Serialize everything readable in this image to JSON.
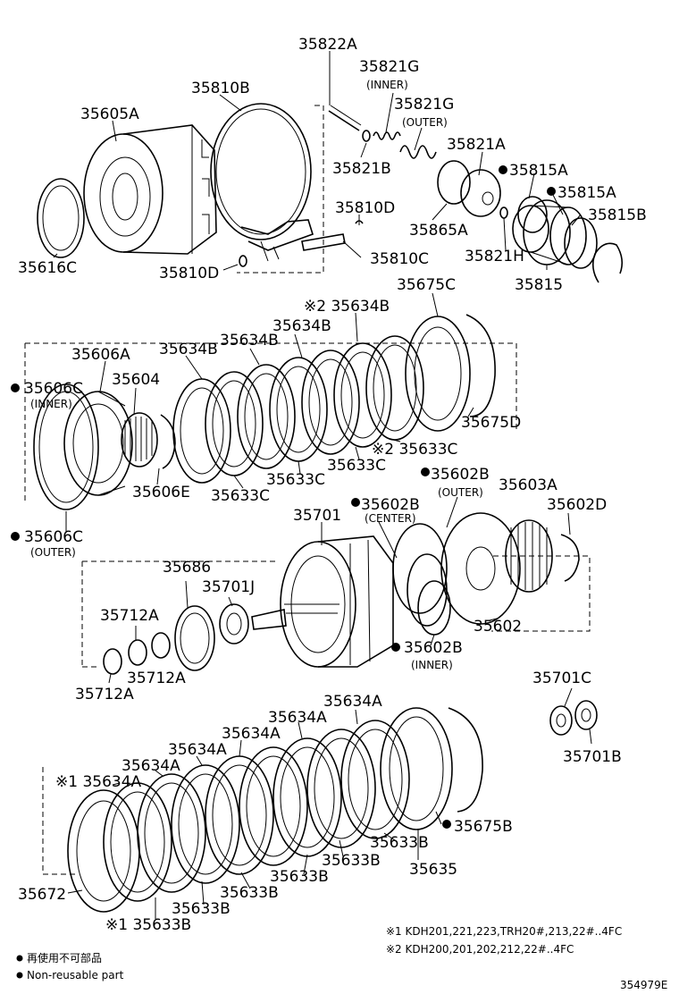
{
  "diagram": {
    "labels": [
      {
        "id": "l-35822A",
        "text": "35822A"
      },
      {
        "id": "l-35821G-i",
        "text": "35821G"
      },
      {
        "id": "l-35821G-i-sub",
        "text": "(INNER)"
      },
      {
        "id": "l-35810B",
        "text": "35810B"
      },
      {
        "id": "l-35821G-o",
        "text": "35821G"
      },
      {
        "id": "l-35821G-o-sub",
        "text": "(OUTER)"
      },
      {
        "id": "l-35605A",
        "text": "35605A"
      },
      {
        "id": "l-35821A",
        "text": "35821A"
      },
      {
        "id": "l-35821B",
        "text": "35821B"
      },
      {
        "id": "l-35815A-1",
        "text": "35815A"
      },
      {
        "id": "l-35815A-2",
        "text": "35815A"
      },
      {
        "id": "l-35810D-1",
        "text": "35810D"
      },
      {
        "id": "l-35815B",
        "text": "35815B"
      },
      {
        "id": "l-35865A",
        "text": "35865A"
      },
      {
        "id": "l-35810C",
        "text": "35810C"
      },
      {
        "id": "l-35821H",
        "text": "35821H"
      },
      {
        "id": "l-35616C",
        "text": "35616C"
      },
      {
        "id": "l-35810D-2",
        "text": "35810D"
      },
      {
        "id": "l-35815",
        "text": "35815"
      },
      {
        "id": "l-35675C",
        "text": "35675C"
      },
      {
        "id": "l-35634B-top",
        "text": "※2 35634B"
      },
      {
        "id": "l-35634B-2",
        "text": "35634B"
      },
      {
        "id": "l-35606A",
        "text": "35606A"
      },
      {
        "id": "l-35634B-3",
        "text": "35634B"
      },
      {
        "id": "l-35634B-4",
        "text": "35634B"
      },
      {
        "id": "l-35606C-i",
        "text": "35606C"
      },
      {
        "id": "l-35606C-i-sub",
        "text": "(INNER)"
      },
      {
        "id": "l-35604",
        "text": "35604"
      },
      {
        "id": "l-35675D",
        "text": "35675D"
      },
      {
        "id": "l-35633C-1",
        "text": "※2 35633C"
      },
      {
        "id": "l-35633C-2",
        "text": "35633C"
      },
      {
        "id": "l-35633C-3",
        "text": "35633C"
      },
      {
        "id": "l-35602B-o",
        "text": "35602B"
      },
      {
        "id": "l-35602B-o-sub",
        "text": "(OUTER)"
      },
      {
        "id": "l-35606E",
        "text": "35606E"
      },
      {
        "id": "l-35633C-4",
        "text": "35633C"
      },
      {
        "id": "l-35603A",
        "text": "35603A"
      },
      {
        "id": "l-35602B-c",
        "text": "35602B"
      },
      {
        "id": "l-35602B-c-sub",
        "text": "(CENTER)"
      },
      {
        "id": "l-35602D",
        "text": "35602D"
      },
      {
        "id": "l-35701",
        "text": "35701"
      },
      {
        "id": "l-35606C-o",
        "text": "35606C"
      },
      {
        "id": "l-35606C-o-sub",
        "text": "(OUTER)"
      },
      {
        "id": "l-35686",
        "text": "35686"
      },
      {
        "id": "l-35701J",
        "text": "35701J"
      },
      {
        "id": "l-35712A-1",
        "text": "35712A"
      },
      {
        "id": "l-35602",
        "text": "35602"
      },
      {
        "id": "l-35602B-i",
        "text": "35602B"
      },
      {
        "id": "l-35602B-i-sub",
        "text": "(INNER)"
      },
      {
        "id": "l-35712A-2",
        "text": "35712A"
      },
      {
        "id": "l-35701C",
        "text": "35701C"
      },
      {
        "id": "l-35712A-3",
        "text": "35712A"
      },
      {
        "id": "l-35634A-1",
        "text": "35634A"
      },
      {
        "id": "l-35634A-2",
        "text": "35634A"
      },
      {
        "id": "l-35634A-3",
        "text": "35634A"
      },
      {
        "id": "l-35634A-4",
        "text": "35634A"
      },
      {
        "id": "l-35701B",
        "text": "35701B"
      },
      {
        "id": "l-35634A-5",
        "text": "35634A"
      },
      {
        "id": "l-35634A-6",
        "text": "※1 35634A"
      },
      {
        "id": "l-35675B",
        "text": "35675B"
      },
      {
        "id": "l-35633B-1",
        "text": "35633B"
      },
      {
        "id": "l-35633B-2",
        "text": "35633B"
      },
      {
        "id": "l-35633B-3",
        "text": "35633B"
      },
      {
        "id": "l-35635",
        "text": "35635"
      },
      {
        "id": "l-35672",
        "text": "35672"
      },
      {
        "id": "l-35633B-4",
        "text": "35633B"
      },
      {
        "id": "l-35633B-5",
        "text": "35633B"
      },
      {
        "id": "l-35633B-6",
        "text": "※1 35633B"
      }
    ],
    "notes": {
      "n1": "※1 KDH201,221,223,TRH20#,213,22#..4FC",
      "n2": "※2 KDH200,201,202,212,22#..4FC"
    },
    "legend": {
      "jp": "再使用不可部品",
      "en": "Non-reusable part"
    },
    "ref": "354979E"
  }
}
